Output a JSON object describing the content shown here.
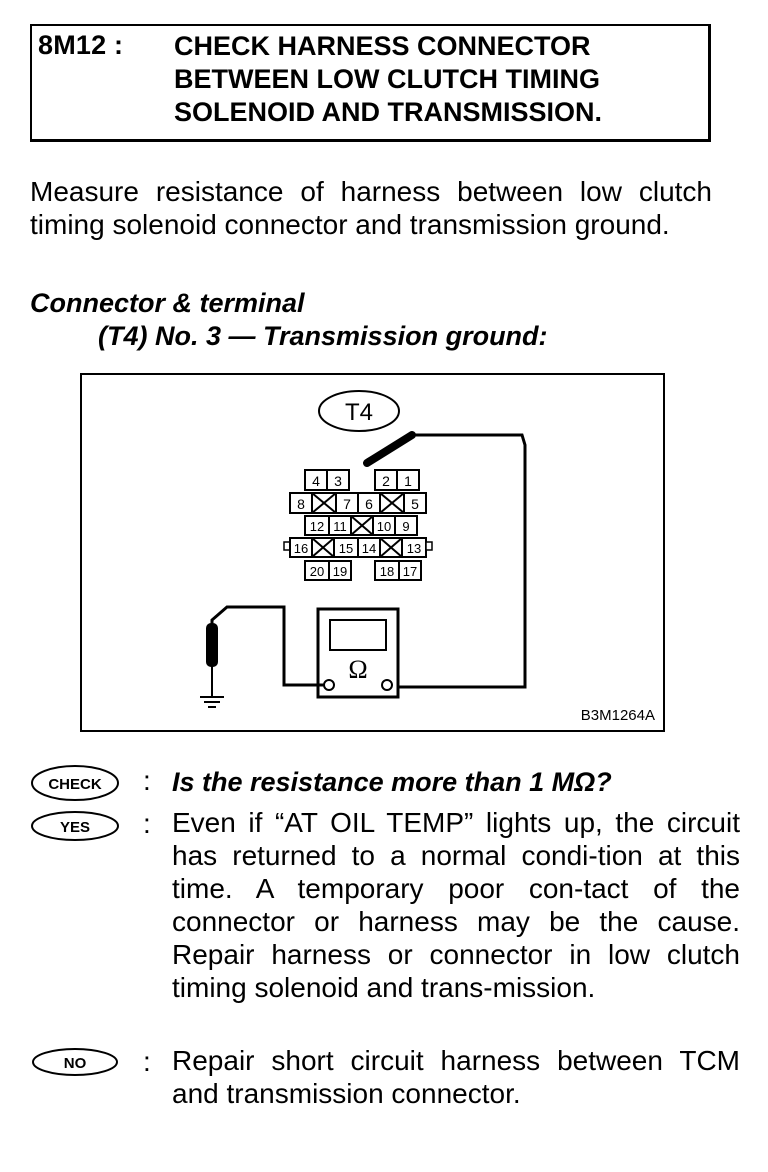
{
  "header": {
    "step_code": "8M12 :",
    "title_lines": [
      "CHECK HARNESS CONNECTOR",
      "BETWEEN LOW CLUTCH TIMING",
      "SOLENOID AND TRANSMISSION."
    ]
  },
  "intro": "Measure resistance of harness between low clutch timing solenoid connector and transmission ground.",
  "condition": {
    "label": "Connector & terminal",
    "sub": "(T4) No. 3 — Transmission ground:"
  },
  "diagram": {
    "connector_label": "T4",
    "terminals": [
      "4",
      "3",
      "2",
      "1",
      "8",
      "7",
      "6",
      "5",
      "12",
      "11",
      "10",
      "9",
      "16",
      "15",
      "14",
      "13",
      "20",
      "19",
      "18",
      "17"
    ],
    "meter_symbol": "Ω",
    "figure_id": "B3M1264A"
  },
  "check": {
    "badge": "CHECK",
    "colon": ":",
    "question": "Is the resistance more than 1 MΩ?"
  },
  "yes": {
    "badge": "YES",
    "colon": ":",
    "text": "Even if “AT OIL TEMP” lights up, the circuit has returned to a normal condi-tion at this time. A temporary poor con-tact of the connector or harness may be the cause. Repair harness or connector in low clutch timing solenoid and trans-mission."
  },
  "no": {
    "badge": "NO",
    "colon": ":",
    "text": "Repair short circuit harness between TCM and transmission connector."
  }
}
